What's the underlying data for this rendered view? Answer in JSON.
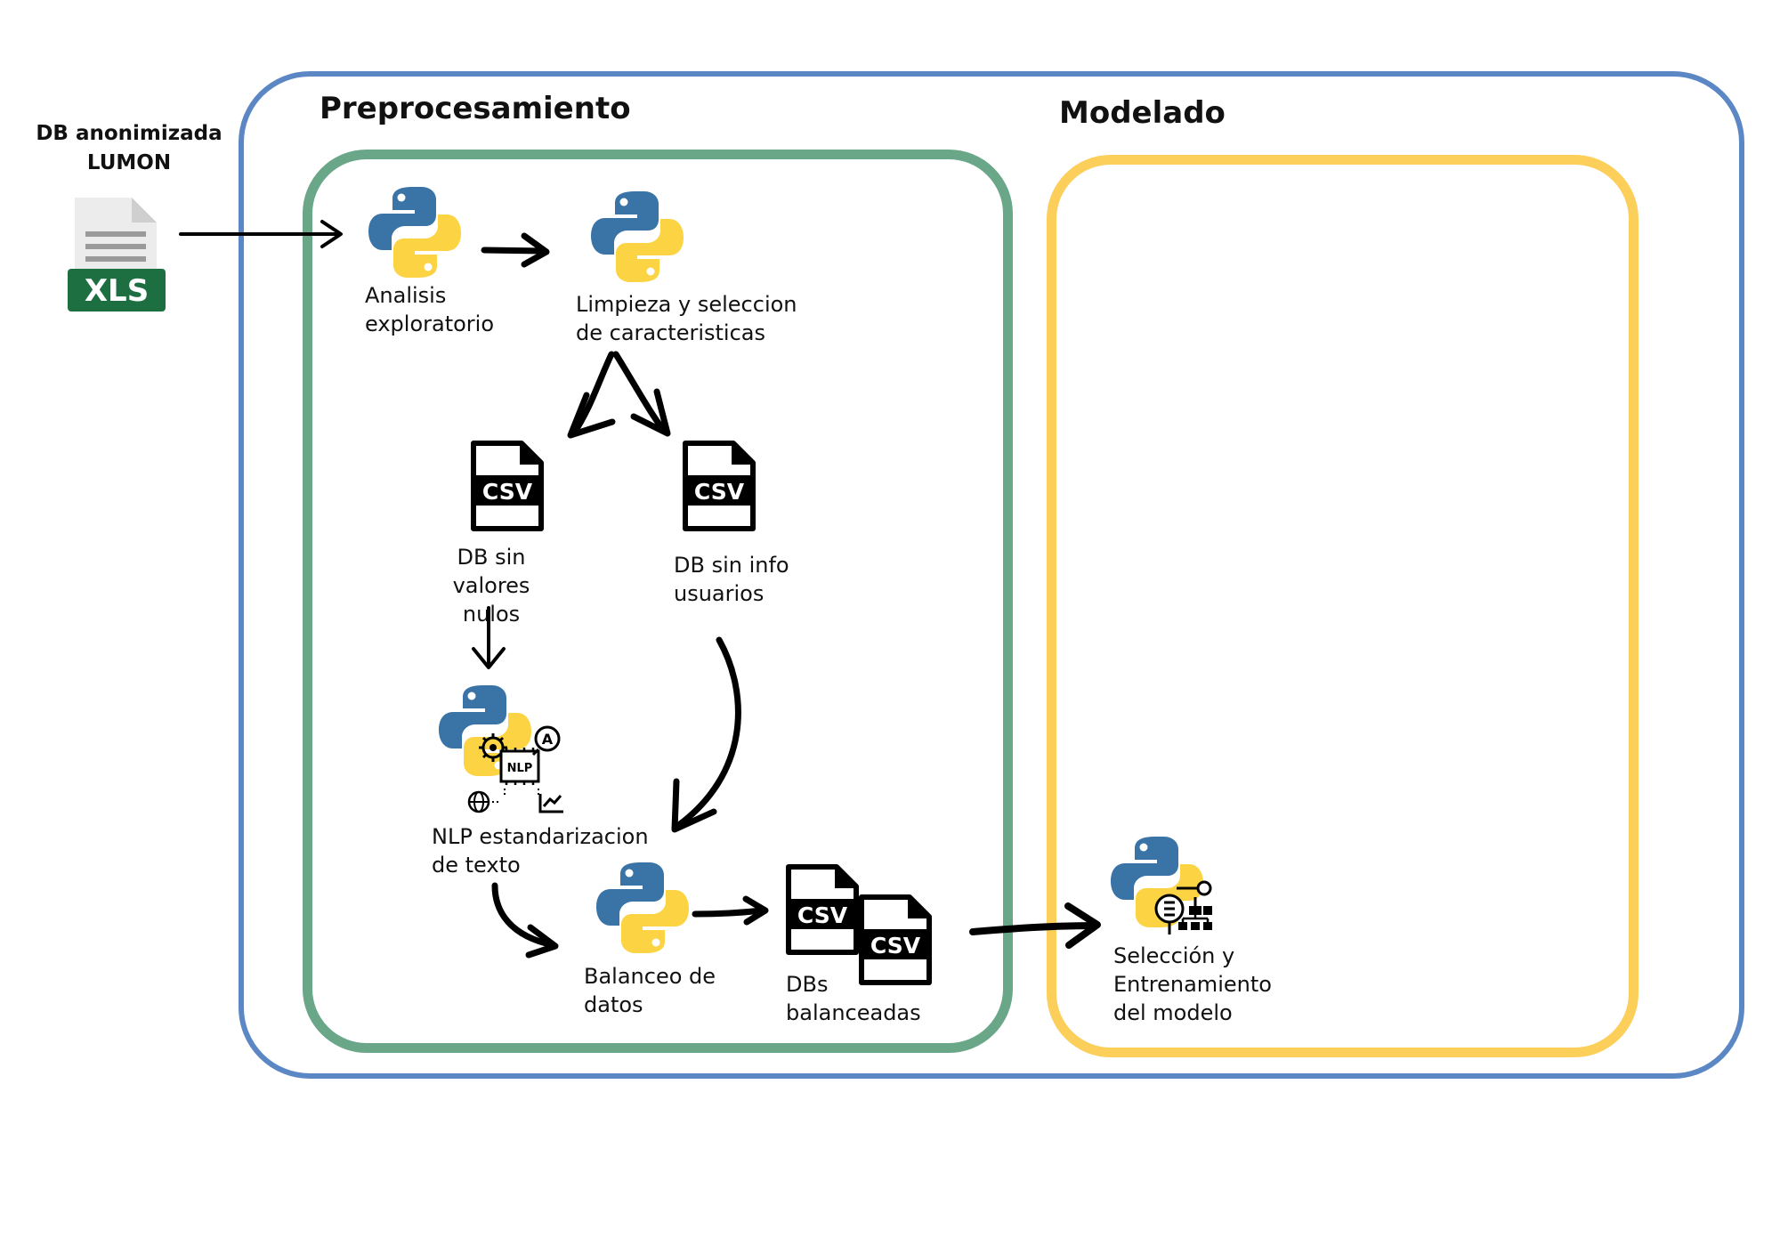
{
  "source": {
    "label": "DB anonimizada\nLUMON",
    "file_badge": "XLS",
    "icon": "xls-file-icon"
  },
  "preprocessing": {
    "title": "Preprocesamiento",
    "steps": {
      "exploratory": "Analisis\nexploratorio",
      "cleaning": "Limpieza y seleccion\nde caracteristicas",
      "db_no_nulls": "DB sin valores\nnulos",
      "db_no_user_info": "DB sin info\nusuarios",
      "nlp": "NLP estandarizacion\nde texto",
      "balancing": "Balanceo de\ndatos",
      "balanced_dbs": "DBs\nbalanceadas"
    },
    "csv_badge": "CSV",
    "nlp_badge": "NLP",
    "nlp_glyph": "A"
  },
  "modeling": {
    "title": "Modelado",
    "steps": {
      "training": "Selección y\nEntrenamiento\ndel modelo"
    }
  },
  "colors": {
    "outer": "#5b87c5",
    "preprocessing": "#6aa688",
    "modeling": "#fcce5a",
    "python_blue": "#3a73a6",
    "python_yellow": "#fcd343",
    "xls_green": "#1d6e40"
  }
}
